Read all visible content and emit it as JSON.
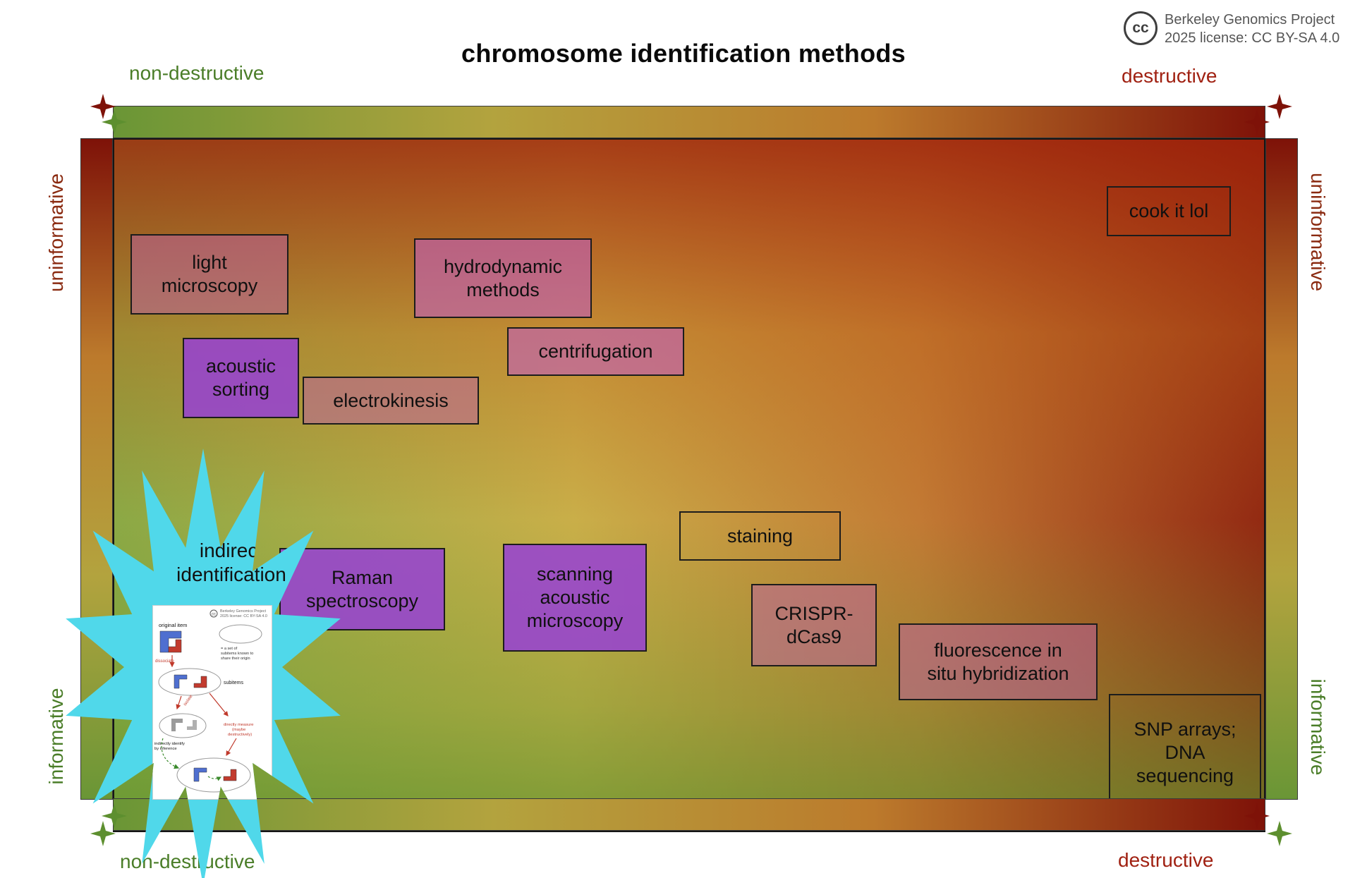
{
  "title": "chromosome identification methods",
  "attribution": {
    "cc_label": "cc",
    "org": "Berkeley Genomics Project",
    "license": "2025 license: CC BY-SA 4.0"
  },
  "axes": {
    "top_left": "non-destructive",
    "top_right": "destructive",
    "bottom_left": "non-destructive",
    "bottom_right": "destructive",
    "left_top": "uninformative",
    "left_bottom": "informative",
    "right_top": "uninformative",
    "right_bottom": "informative"
  },
  "colors": {
    "non_destructive_green": "#4a7d28",
    "destructive_red": "#a02112",
    "uninformative_red": "#8a2a10",
    "method_purple": "#963fd6",
    "method_mauve": "#bb5fa6",
    "starburst_cyan": "#50d8ea"
  },
  "methods": [
    {
      "label": "cook it lol"
    },
    {
      "label": "light\nmicroscopy"
    },
    {
      "label": "hydrodynamic\nmethods"
    },
    {
      "label": "centrifugation"
    },
    {
      "label": "acoustic\nsorting"
    },
    {
      "label": "electrokinesis"
    },
    {
      "label": "staining"
    },
    {
      "label": "Raman\nspectroscopy"
    },
    {
      "label": "scanning\nacoustic\nmicroscopy"
    },
    {
      "label": "CRISPR-\ndCas9"
    },
    {
      "label": "fluorescence in\nsitu hybridization"
    },
    {
      "label": "SNP arrays;\nDNA\nsequencing"
    }
  ],
  "starburst": {
    "label": "indirect identification",
    "inset": {
      "cc_label": "cc",
      "attribution_org": "Berkeley Genomics Project",
      "attribution_license": "2025 license: CC BY-SA 4.0",
      "original_item": "original item",
      "dissociate": "dissociate",
      "set_note_1": "= a set of",
      "set_note_2": "subitems known to",
      "set_note_3": "share their origin",
      "subitems": "subitems",
      "isolate": "isolate",
      "directly_1": "directly measure",
      "directly_2": "(maybe",
      "directly_3": "destructively)",
      "indirect_1": "indirectly identify",
      "indirect_2": "by inference"
    }
  }
}
